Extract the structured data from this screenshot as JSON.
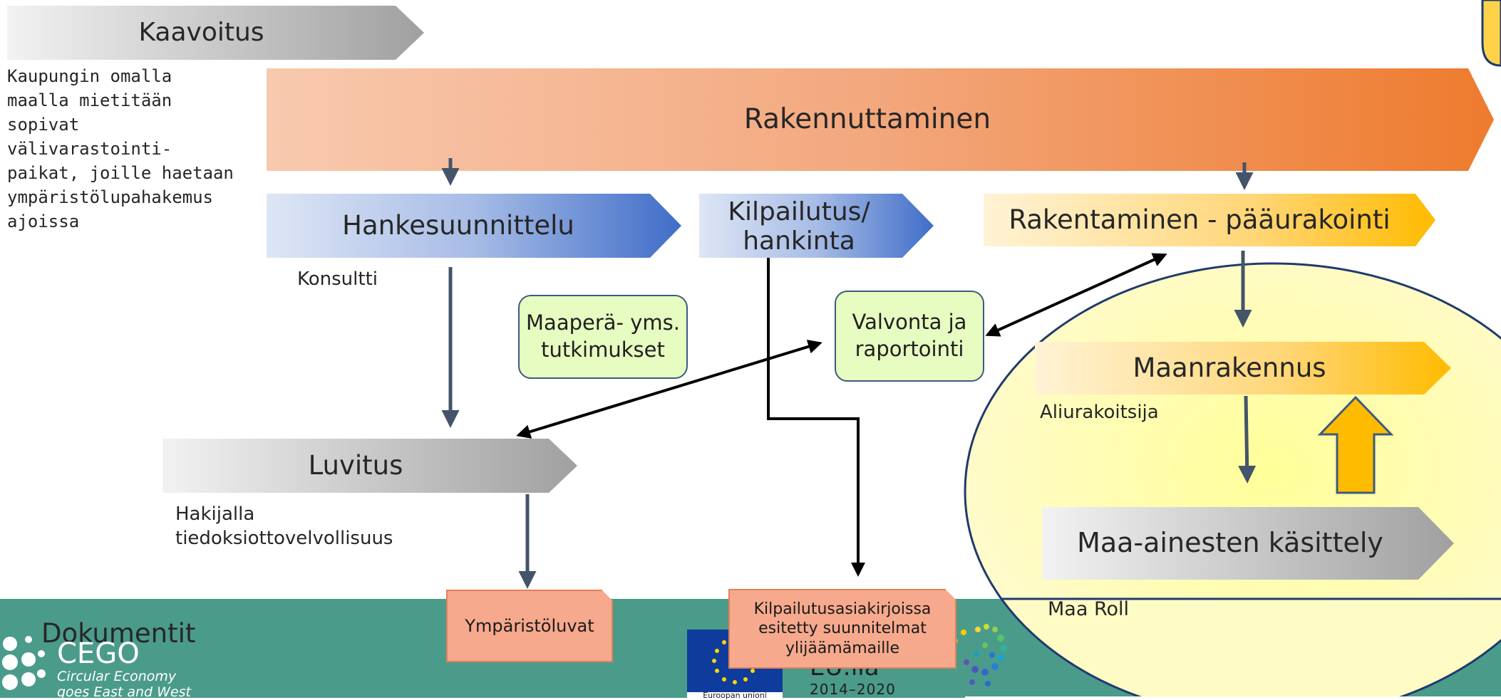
{
  "chevrons": {
    "kaavoitus": "Kaavoitus",
    "rakennuttaminen": "Rakennuttaminen",
    "hankesuunnittelu": "Hankesuunnittelu",
    "kilpailutus": "Kilpailutus/ hankinta",
    "rakentaminen": "Rakentaminen - pääurakointi",
    "maanrakennus": "Maanrakennus",
    "luvitus": "Luvitus",
    "maa_ainesten": "Maa-ainesten käsittely"
  },
  "notes": {
    "kaavoitus_note": "Kaupungin omalla maalla mietitään sopivat välivarastointi-paikat, joille haetaan ympäristölupahakemus ajoissa",
    "konsultti": "Konsultti",
    "aliurakoitsija": "Aliurakoitsija",
    "hakijalla": "Hakijalla tiedoksiottovelvollisuus",
    "maa_roll": "Maa Roll"
  },
  "boxes": {
    "maapera": "Maaperä- yms. tutkimukset",
    "valvonta": "Valvonta ja raportointi"
  },
  "documents": {
    "label": "Dokumentit",
    "ymparistoluvat": "Ympäristöluvat",
    "kilpailutusasiakirjat": "Kilpailutusasiakirjoissa esitetty suunnitelmat ylijäämämaille"
  },
  "logos": {
    "cego_name": "CEGO",
    "cego_line1": "Circular Economy",
    "cego_line2": "goes East and West",
    "eu_label": "Euroopan unioni",
    "program_name": "EU:lla",
    "program_years": "2014–2020"
  },
  "colors": {
    "orange": "#ef7d2c",
    "blue": "#4472c4",
    "gold": "#ffc000",
    "gray": "#a5a5a5",
    "teal": "#4b9b8b",
    "green_box": "#e6fcc0",
    "doc_box": "#f6a98c",
    "ellipse": "#ffff9e"
  }
}
